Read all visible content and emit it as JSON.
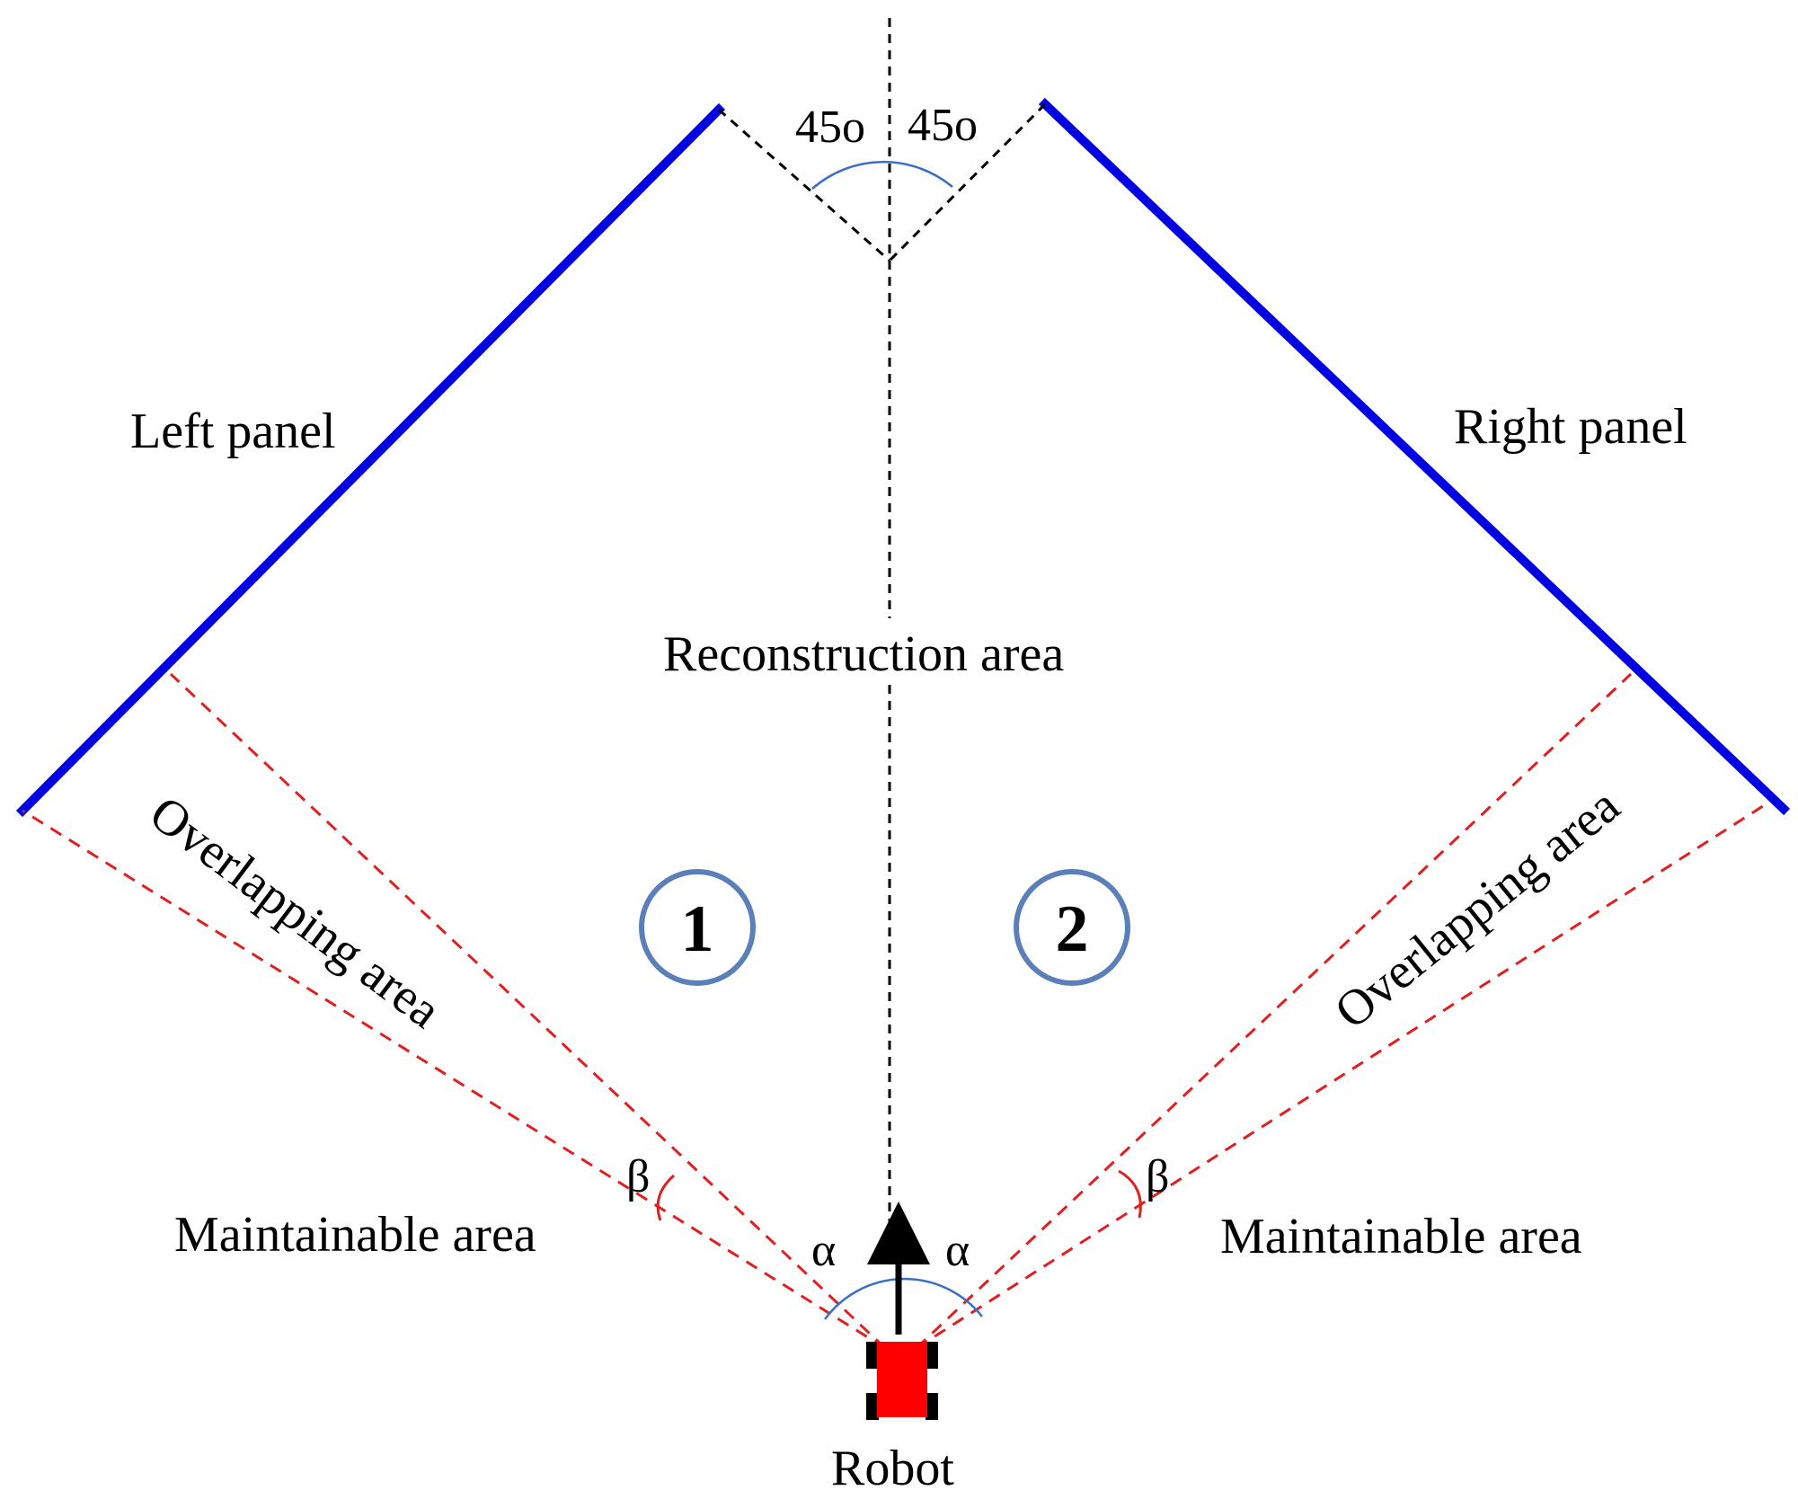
{
  "labels": {
    "left_panel": "Left panel",
    "right_panel": "Right panel",
    "reconstruction_area": "Reconstruction area",
    "overlapping_area_left": "Overlapping area",
    "overlapping_area_right": "Overlapping area",
    "maintainable_area_left": "Maintainable area",
    "maintainable_area_right": "Maintainable area",
    "robot": "Robot"
  },
  "angles": {
    "panel_angle_left": "45o",
    "panel_angle_right": "45o",
    "alpha_left": "α",
    "alpha_right": "α",
    "beta_left": "β",
    "beta_right": "β"
  },
  "regions": {
    "region_1": "1",
    "region_2": "2"
  },
  "colors": {
    "panel": "#0000e0",
    "fov_dashed": "#e02020",
    "guide_dashed": "#000000",
    "angle_arc_blue": "#3a6fc4",
    "angle_arc_red": "#e02020",
    "region_circle": "#5b7fb8",
    "robot_body": "#ff0000",
    "robot_wheels": "#000000"
  }
}
